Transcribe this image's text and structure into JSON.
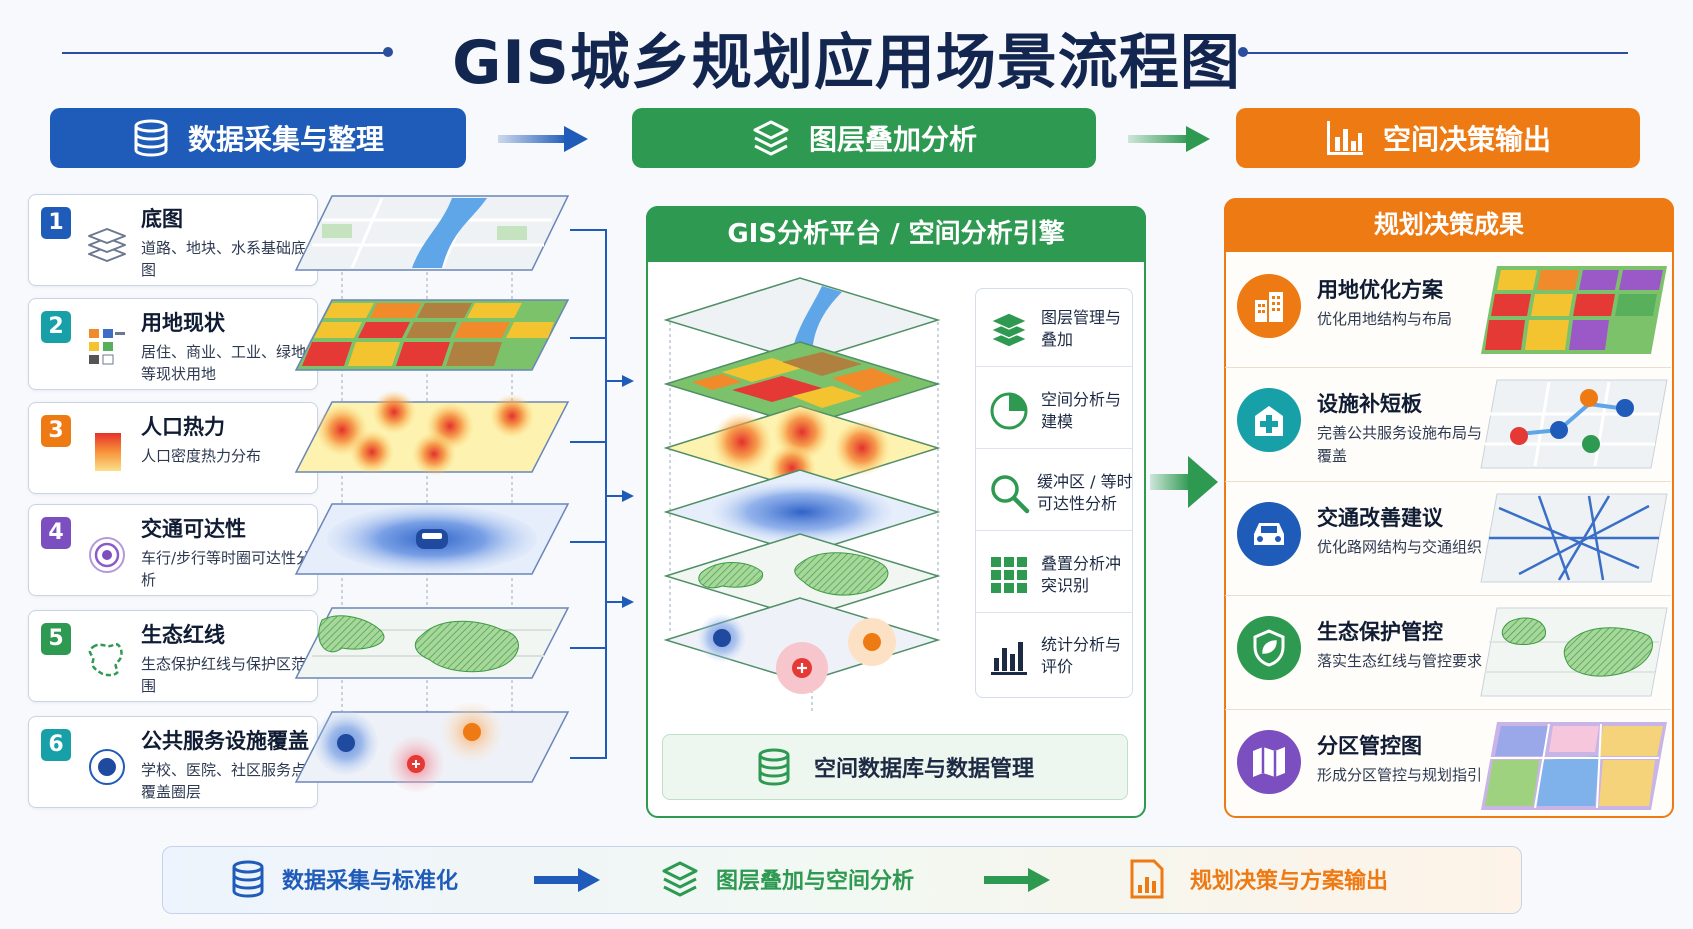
{
  "title": "GIS城乡规划应用场景流程图",
  "stages": [
    {
      "label": "数据采集与整理",
      "icon": "database-icon",
      "color": "#1f5bb8"
    },
    {
      "label": "图层叠加分析",
      "icon": "layers-icon",
      "color": "#2e9950"
    },
    {
      "label": "空间决策输出",
      "icon": "bar-chart-icon",
      "color": "#ee7a14"
    }
  ],
  "layers": [
    {
      "num": "1",
      "title": "底图",
      "desc": "道路、地块、水系基础底图",
      "icon": "layers-icon",
      "num_color": "#1f5bb8"
    },
    {
      "num": "2",
      "title": "用地现状",
      "desc": "居住、商业、工业、绿地等现状用地",
      "icon": "land-use-legend-icon",
      "num_color": "#17a0a8"
    },
    {
      "num": "3",
      "title": "人口热力",
      "desc": "人口密度热力分布",
      "icon": "heat-gradient-icon",
      "num_color": "#ee7a14"
    },
    {
      "num": "4",
      "title": "交通可达性",
      "desc": "车行/步行等时圈可达性分析",
      "icon": "target-icon",
      "num_color": "#7b4fc0"
    },
    {
      "num": "5",
      "title": "生态红线",
      "desc": "生态保护红线与保护区范围",
      "icon": "eco-boundary-icon",
      "num_color": "#2e9950"
    },
    {
      "num": "6",
      "title": "公共服务设施覆盖",
      "desc": "学校、医院、社区服务点覆盖圈层",
      "icon": "point-buffer-icon",
      "num_color": "#17a0a8"
    }
  ],
  "platform": {
    "title": "GIS分析平台 / 空间分析引擎",
    "tools": [
      {
        "label": "图层管理与叠加",
        "icon": "layers-icon"
      },
      {
        "label": "空间分析与建模",
        "icon": "pie-chart-icon"
      },
      {
        "label": "缓冲区 / 等时可达性分析",
        "icon": "magnifier-icon"
      },
      {
        "label": "叠置分析冲突识别",
        "icon": "grid-icon"
      },
      {
        "label": "统计分析与评价",
        "icon": "bar-chart-icon"
      }
    ],
    "database": "空间数据库与数据管理"
  },
  "results": {
    "title": "规划决策成果",
    "items": [
      {
        "title": "用地优化方案",
        "desc": "优化用地结构与布局",
        "icon": "building-icon",
        "color": "#ee7a14"
      },
      {
        "title": "设施补短板",
        "desc": "完善公共服务设施布局与覆盖",
        "icon": "hospital-icon",
        "color": "#17a0a8"
      },
      {
        "title": "交通改善建议",
        "desc": "优化路网结构与交通组织",
        "icon": "car-icon",
        "color": "#1f5bb8"
      },
      {
        "title": "生态保护管控",
        "desc": "落实生态红线与管控要求",
        "icon": "shield-leaf-icon",
        "color": "#2e9950"
      },
      {
        "title": "分区管控图",
        "desc": "形成分区管控与规划指引",
        "icon": "map-icon",
        "color": "#7b4fc0"
      }
    ]
  },
  "bottom_flow": [
    {
      "label": "数据采集与标准化",
      "icon": "database-icon",
      "color": "#1f5bb8"
    },
    {
      "label": "图层叠加与空间分析",
      "icon": "layers-icon",
      "color": "#2e9950"
    },
    {
      "label": "规划决策与方案输出",
      "icon": "report-icon",
      "color": "#ee7a14"
    }
  ]
}
